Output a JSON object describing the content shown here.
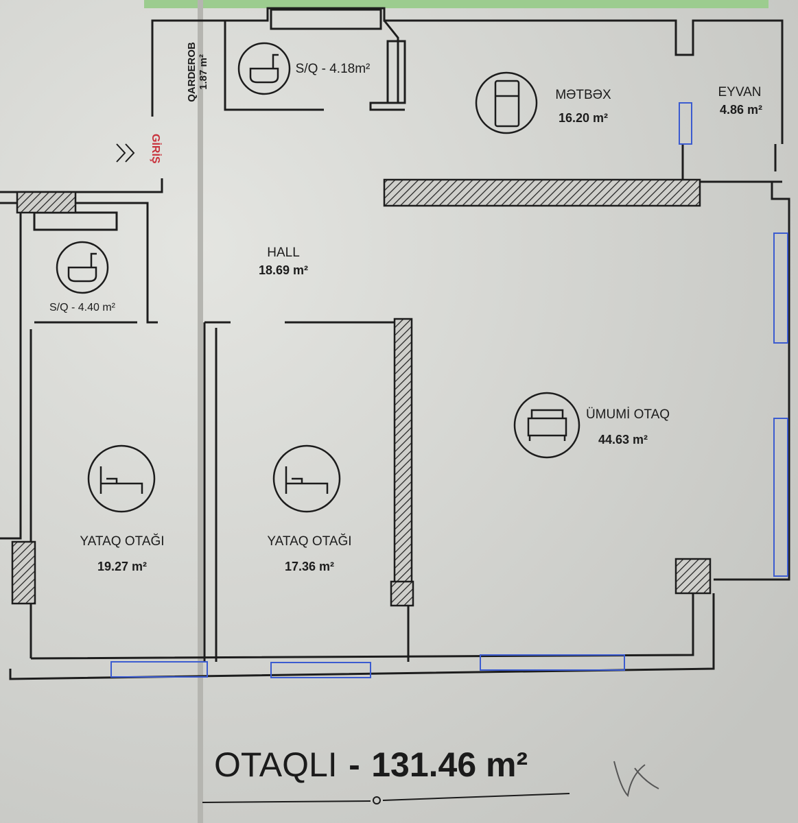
{
  "rooms": {
    "bath_top": {
      "label": "S/Q - 4.18m²"
    },
    "wardrobe": {
      "name": "QARDEROB",
      "area": "1.87 m²"
    },
    "kitchen": {
      "name": "MƏTBƏX",
      "area": "16.20 m²"
    },
    "balcony": {
      "name": "EYVAN",
      "area": "4.86 m²"
    },
    "entrance": {
      "name": "GİRİŞ"
    },
    "hall": {
      "name": "HALL",
      "area": "18.69 m²"
    },
    "bath_left": {
      "label": "S/Q - 4.40 m²"
    },
    "living": {
      "name": "ÜMUMİ OTAQ",
      "area": "44.63 m²"
    },
    "bedroom1": {
      "name": "YATAQ OTAĞI",
      "area": "19.27 m²"
    },
    "bedroom2": {
      "name": "YATAQ OTAĞI",
      "area": "17.36 m²"
    }
  },
  "footer": {
    "type": "OTAQLI",
    "separator": "-",
    "total_area": "131.46 m²"
  },
  "colors": {
    "entrance": "#c8323c",
    "window": "#3b5bd0",
    "green_strip": "#9ccc8f"
  }
}
